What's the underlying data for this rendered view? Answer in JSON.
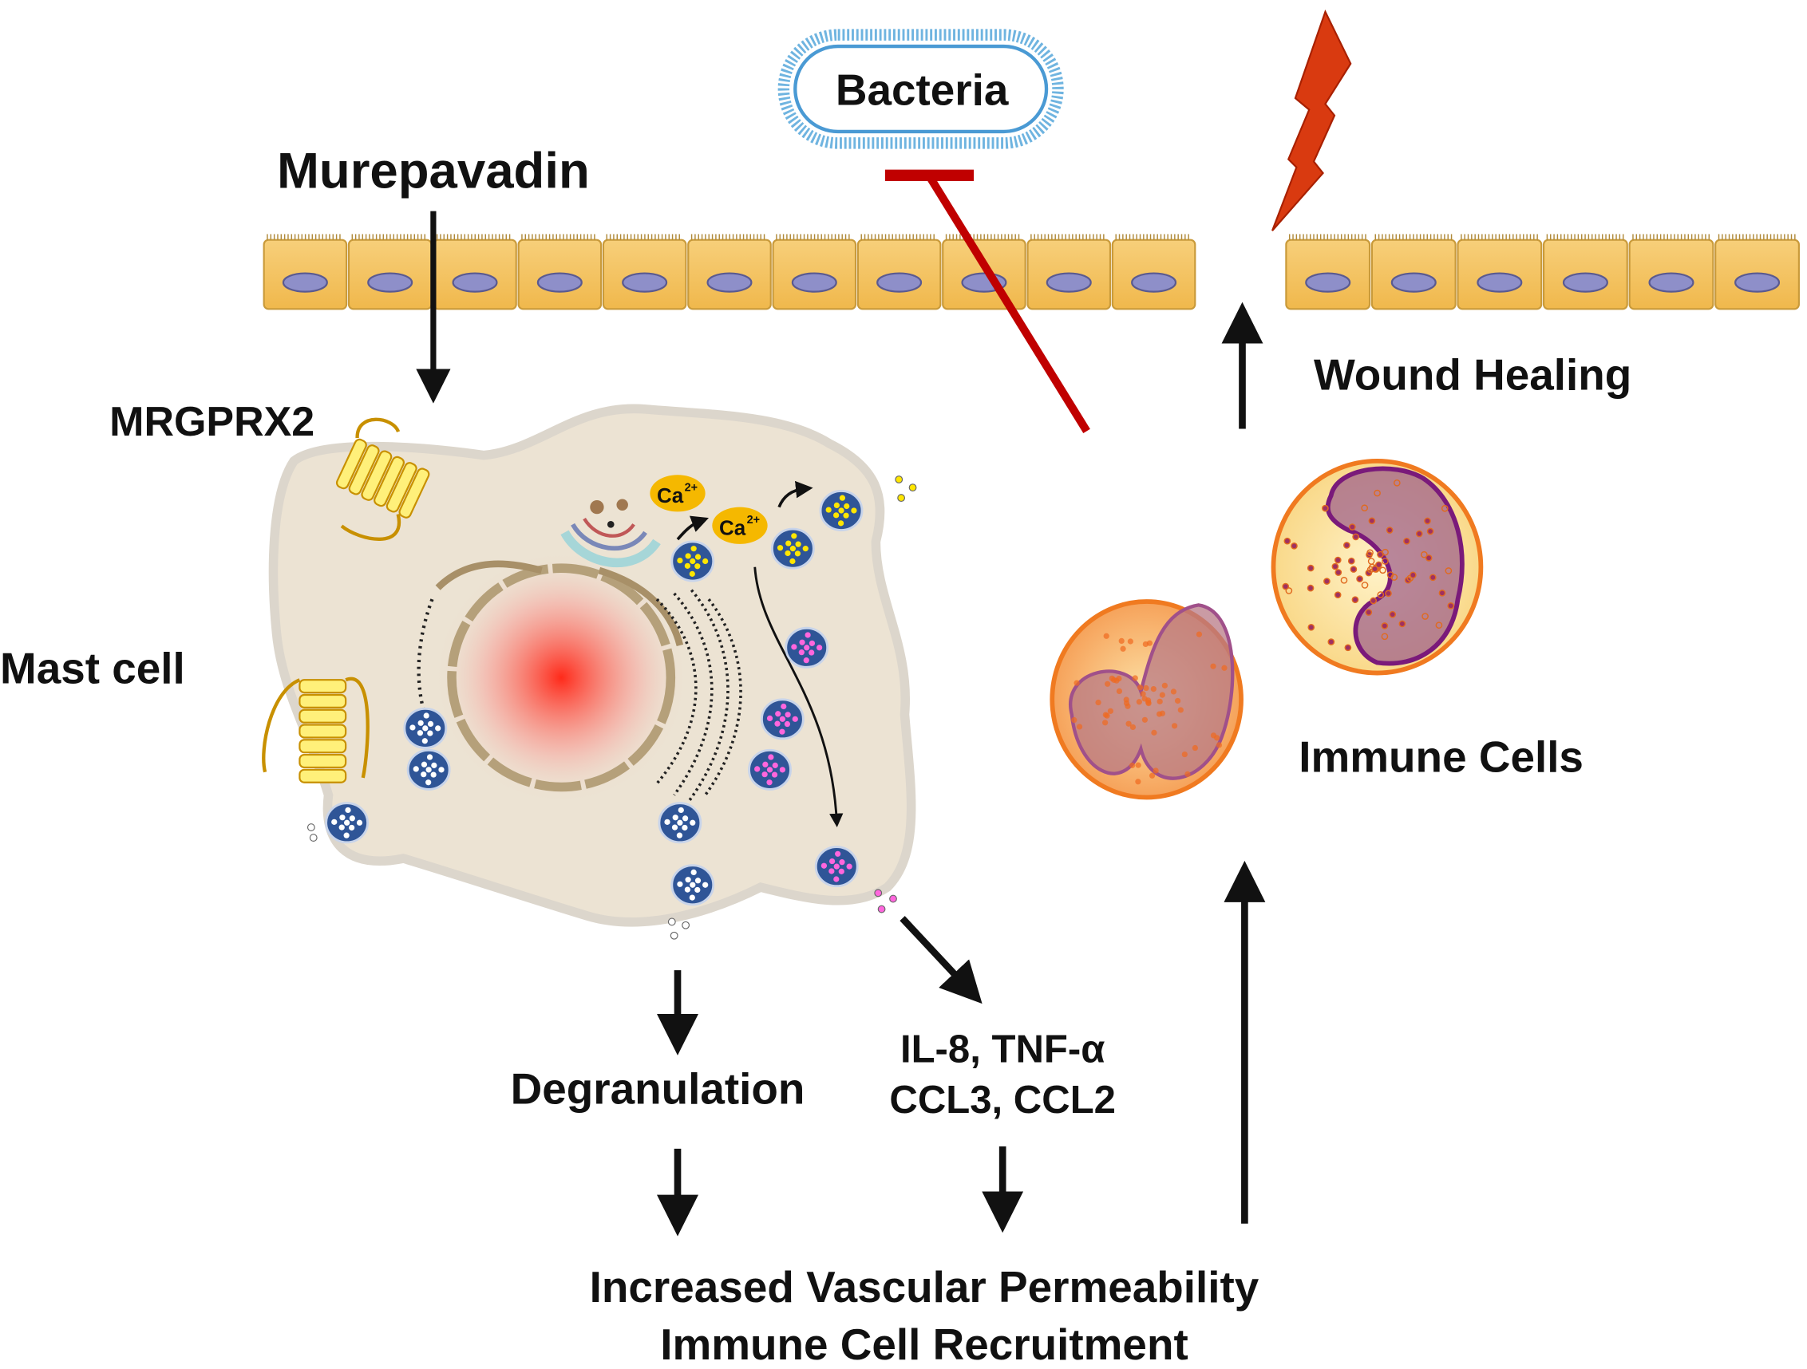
{
  "labels": {
    "drug": "Murepavadin",
    "bacteria": "Bacteria",
    "receptor": "MRGPRX2",
    "cell": "Mast cell",
    "wound": "Wound Healing",
    "immune": "Immune Cells",
    "degranulation": "Degranulation",
    "cytokines_line1": "IL-8, TNF-α",
    "cytokines_line2": "CCL3, CCL2",
    "outcome_line1": "Increased Vascular Permeability",
    "outcome_line2": "Immune Cell Recruitment",
    "calcium": "Ca",
    "calcium_charge": "2+"
  },
  "colors": {
    "epithelium": "#f5c462",
    "nucleus_epi": "#8e8fc9",
    "mast_cell": "#ece3d3",
    "inhibit": "#c00000",
    "lightning": "#d93a10",
    "calcium": "#f5b800",
    "granule": "#2f5597"
  }
}
